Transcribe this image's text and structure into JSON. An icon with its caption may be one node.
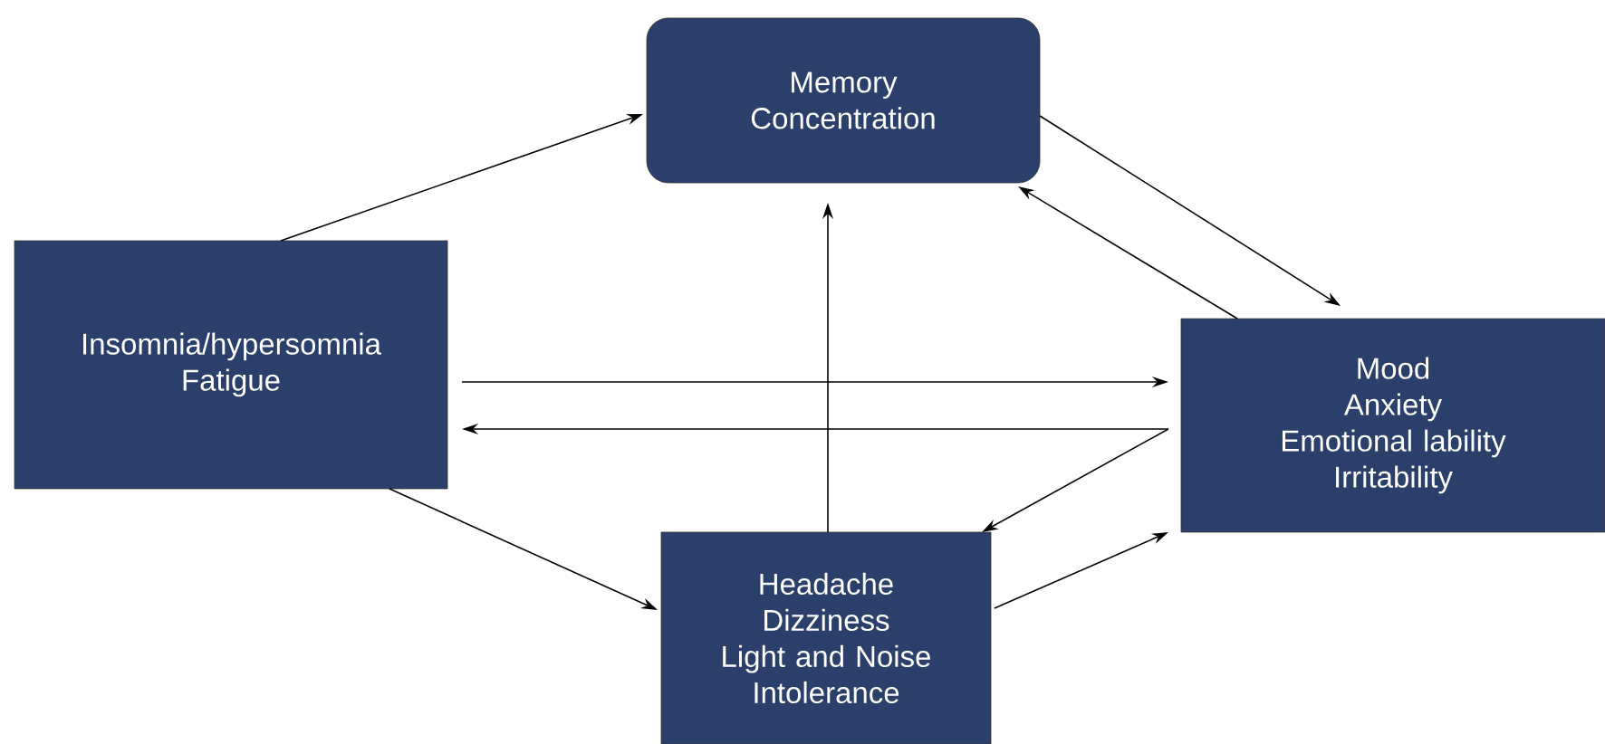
{
  "diagram": {
    "nodes": [
      {
        "text": [
          "Memory",
          "Concentration"
        ]
      },
      {
        "text": [
          "Insomnia/hypersomnia",
          "Fatigue"
        ]
      },
      {
        "text": [
          "Mood",
          "Anxiety",
          "Emotional lability",
          "Irritability"
        ]
      },
      {
        "text": [
          "Headache",
          "Dizziness",
          "Light and Noise Intolerance"
        ]
      }
    ],
    "edges": [
      {
        "from": 1,
        "to": 0,
        "arrow": "to"
      },
      {
        "from": 0,
        "to": 2,
        "arrow": "to"
      },
      {
        "from": 2,
        "to": 0,
        "arrow": "to"
      },
      {
        "from": 1,
        "to": 2,
        "arrow": "to"
      },
      {
        "from": 2,
        "to": 1,
        "arrow": "to"
      },
      {
        "from": 3,
        "to": 0,
        "arrow": "to"
      },
      {
        "from": 2,
        "to": 3,
        "arrow": "to"
      },
      {
        "from": 3,
        "to": 2,
        "arrow": "to"
      },
      {
        "from": 1,
        "to": 3,
        "arrow": "to"
      }
    ]
  }
}
